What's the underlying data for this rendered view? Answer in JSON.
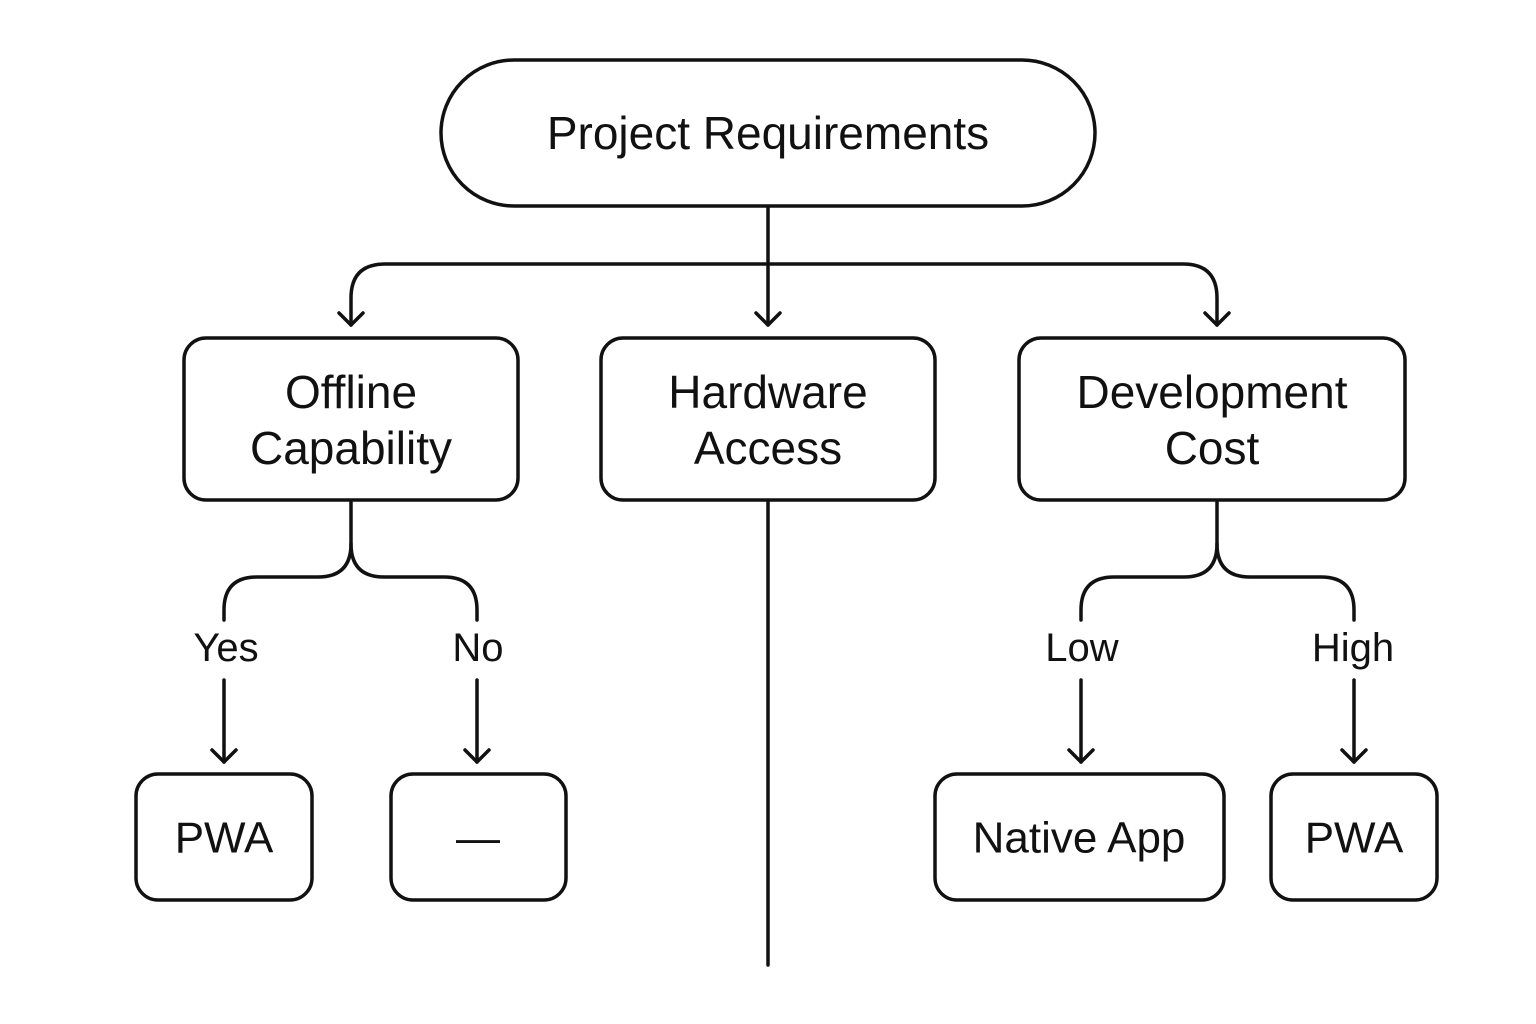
{
  "diagram": {
    "root": {
      "label": "Project Requirements"
    },
    "criteria": [
      {
        "lines": [
          "Offline",
          "Capability"
        ]
      },
      {
        "lines": [
          "Hardware",
          "Access"
        ]
      },
      {
        "lines": [
          "Development",
          "Cost"
        ]
      }
    ],
    "branches": {
      "offline_yes": "Yes",
      "offline_no": "No",
      "cost_low": "Low",
      "cost_high": "High"
    },
    "outcomes": {
      "offline_yes": "PWA",
      "offline_no": "—",
      "cost_low": "Native App",
      "cost_high": "PWA"
    },
    "colors": {
      "stroke": "#111111",
      "background": "#ffffff"
    }
  }
}
